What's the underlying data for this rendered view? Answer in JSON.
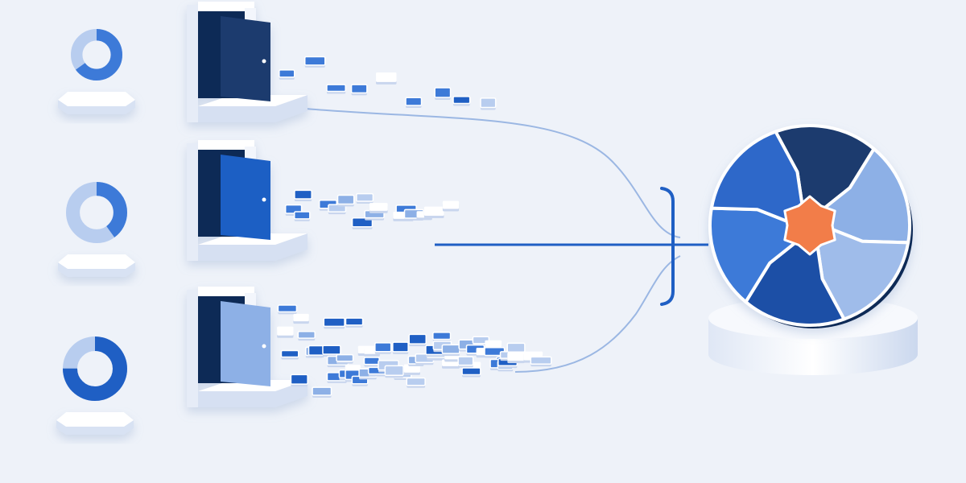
{
  "palette": {
    "background": "#eef2f9",
    "navy": "#1a3a6e",
    "blue": "#1f5fc4",
    "mid_blue": "#3d7ad8",
    "light_blue": "#8db0e6",
    "pale_blue": "#b8cdef",
    "white": "#ffffff",
    "orange": "#f27d4a",
    "line": "#9bb7e3",
    "line_strong": "#1f5fc4"
  },
  "channels": [
    {
      "id": "top",
      "ring_fill": 0.65,
      "door_shade": "navy",
      "flow_density": "low"
    },
    {
      "id": "middle",
      "ring_fill": 0.4,
      "door_shade": "blue",
      "flow_density": "medium"
    },
    {
      "id": "bottom",
      "ring_fill": 0.75,
      "door_shade": "light_blue",
      "flow_density": "high"
    }
  ],
  "icons": {
    "ring": "donut-gauge-icon",
    "door": "open-door-icon",
    "block": "data-block-icon",
    "hub": "segmented-globe-icon",
    "bracket": "merge-bracket-icon"
  }
}
